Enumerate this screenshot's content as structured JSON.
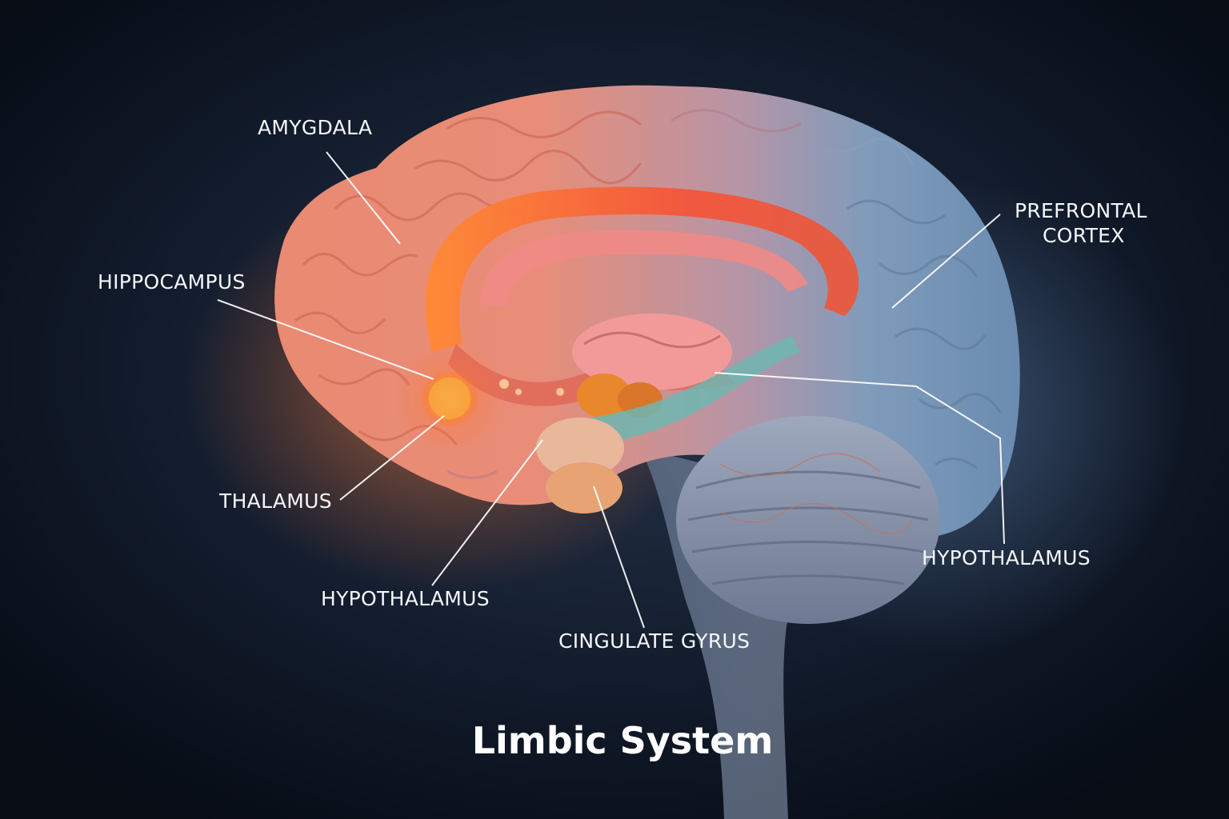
{
  "title": "Limbic System",
  "labels": {
    "amygdala": "AMYGDALA",
    "hippocampus": "HIPPOCAMPUS",
    "thalamus": "THALAMUS",
    "hypothalamus_left": "HYPOTHALAMUS",
    "cingulate_gyrus": "CINGULATE GYRUS",
    "prefrontal_cortex_line1": "PREFRONTAL",
    "prefrontal_cortex_line2": "CORTEX",
    "hypothalamus_right": "HYPOTHALAMUS"
  },
  "colors": {
    "background": "#0b1422",
    "warm_cortex": "#e8806a",
    "cool_cortex": "#7b98b8",
    "limbic_glow": "#ff6a2a",
    "text": "#f4f6fa"
  }
}
